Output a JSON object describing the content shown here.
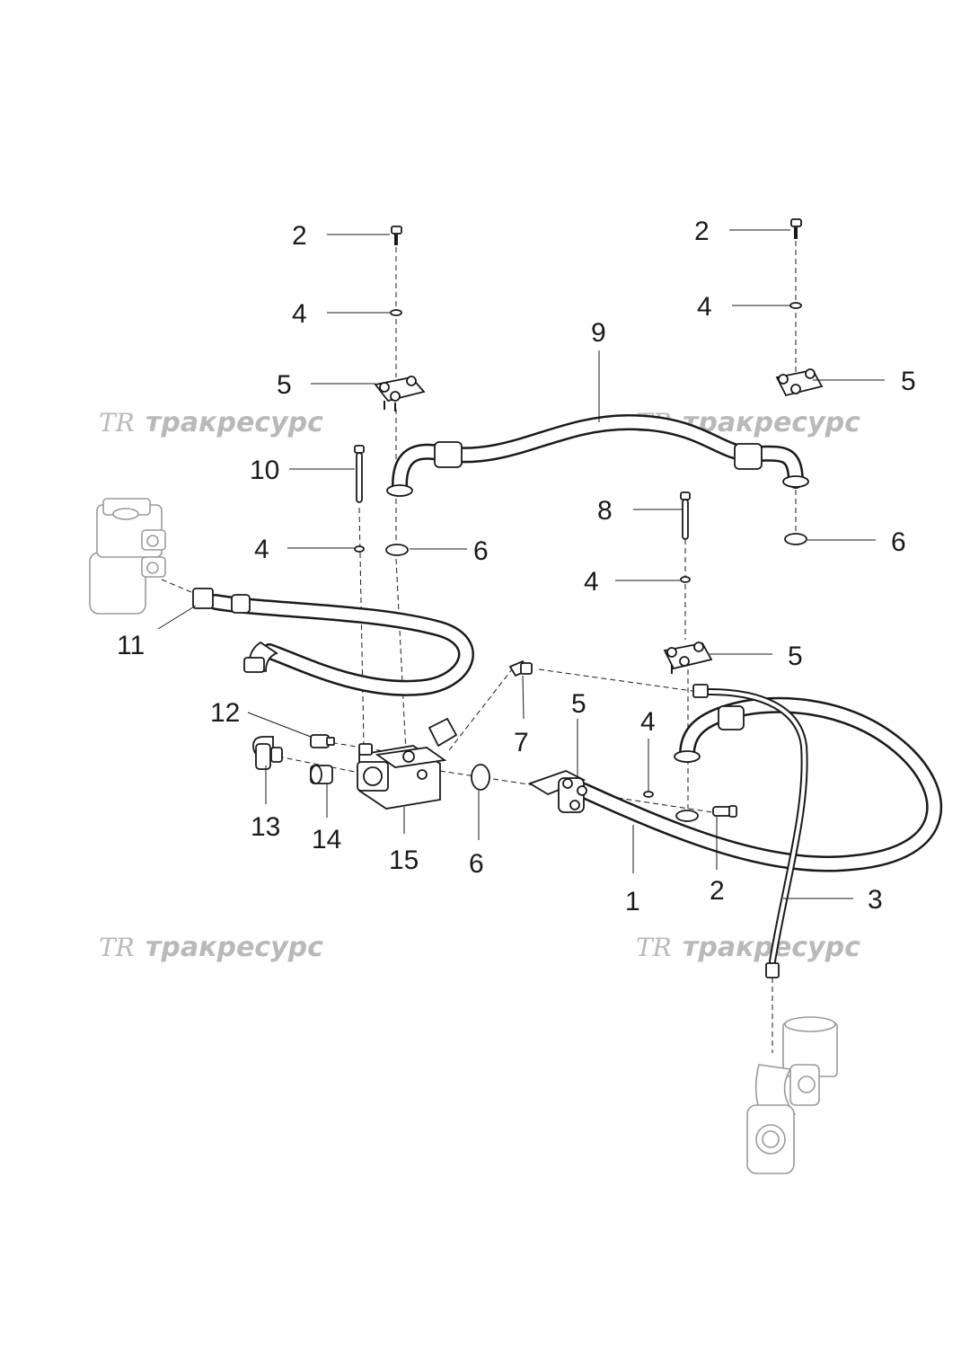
{
  "watermark": {
    "brand": "трак­ресурс",
    "logo": "TR"
  },
  "callouts": [
    {
      "id": "c-2a",
      "label": "2"
    },
    {
      "id": "c-4a",
      "label": "4"
    },
    {
      "id": "c-5a",
      "label": "5"
    },
    {
      "id": "c-10",
      "label": "10"
    },
    {
      "id": "c-4b",
      "label": "4"
    },
    {
      "id": "c-6a",
      "label": "6"
    },
    {
      "id": "c-11",
      "label": "11"
    },
    {
      "id": "c-9",
      "label": "9"
    },
    {
      "id": "c-2b",
      "label": "2"
    },
    {
      "id": "c-4c",
      "label": "4"
    },
    {
      "id": "c-5b",
      "label": "5"
    },
    {
      "id": "c-6b",
      "label": "6"
    },
    {
      "id": "c-8",
      "label": "8"
    },
    {
      "id": "c-4d",
      "label": "4"
    },
    {
      "id": "c-5c",
      "label": "5"
    },
    {
      "id": "c-12",
      "label": "12"
    },
    {
      "id": "c-7",
      "label": "7"
    },
    {
      "id": "c-5d",
      "label": "5"
    },
    {
      "id": "c-4e",
      "label": "4"
    },
    {
      "id": "c-13",
      "label": "13"
    },
    {
      "id": "c-14",
      "label": "14"
    },
    {
      "id": "c-15",
      "label": "15"
    },
    {
      "id": "c-6c",
      "label": "6"
    },
    {
      "id": "c-1",
      "label": "1"
    },
    {
      "id": "c-2c",
      "label": "2"
    },
    {
      "id": "c-3",
      "label": "3"
    }
  ]
}
